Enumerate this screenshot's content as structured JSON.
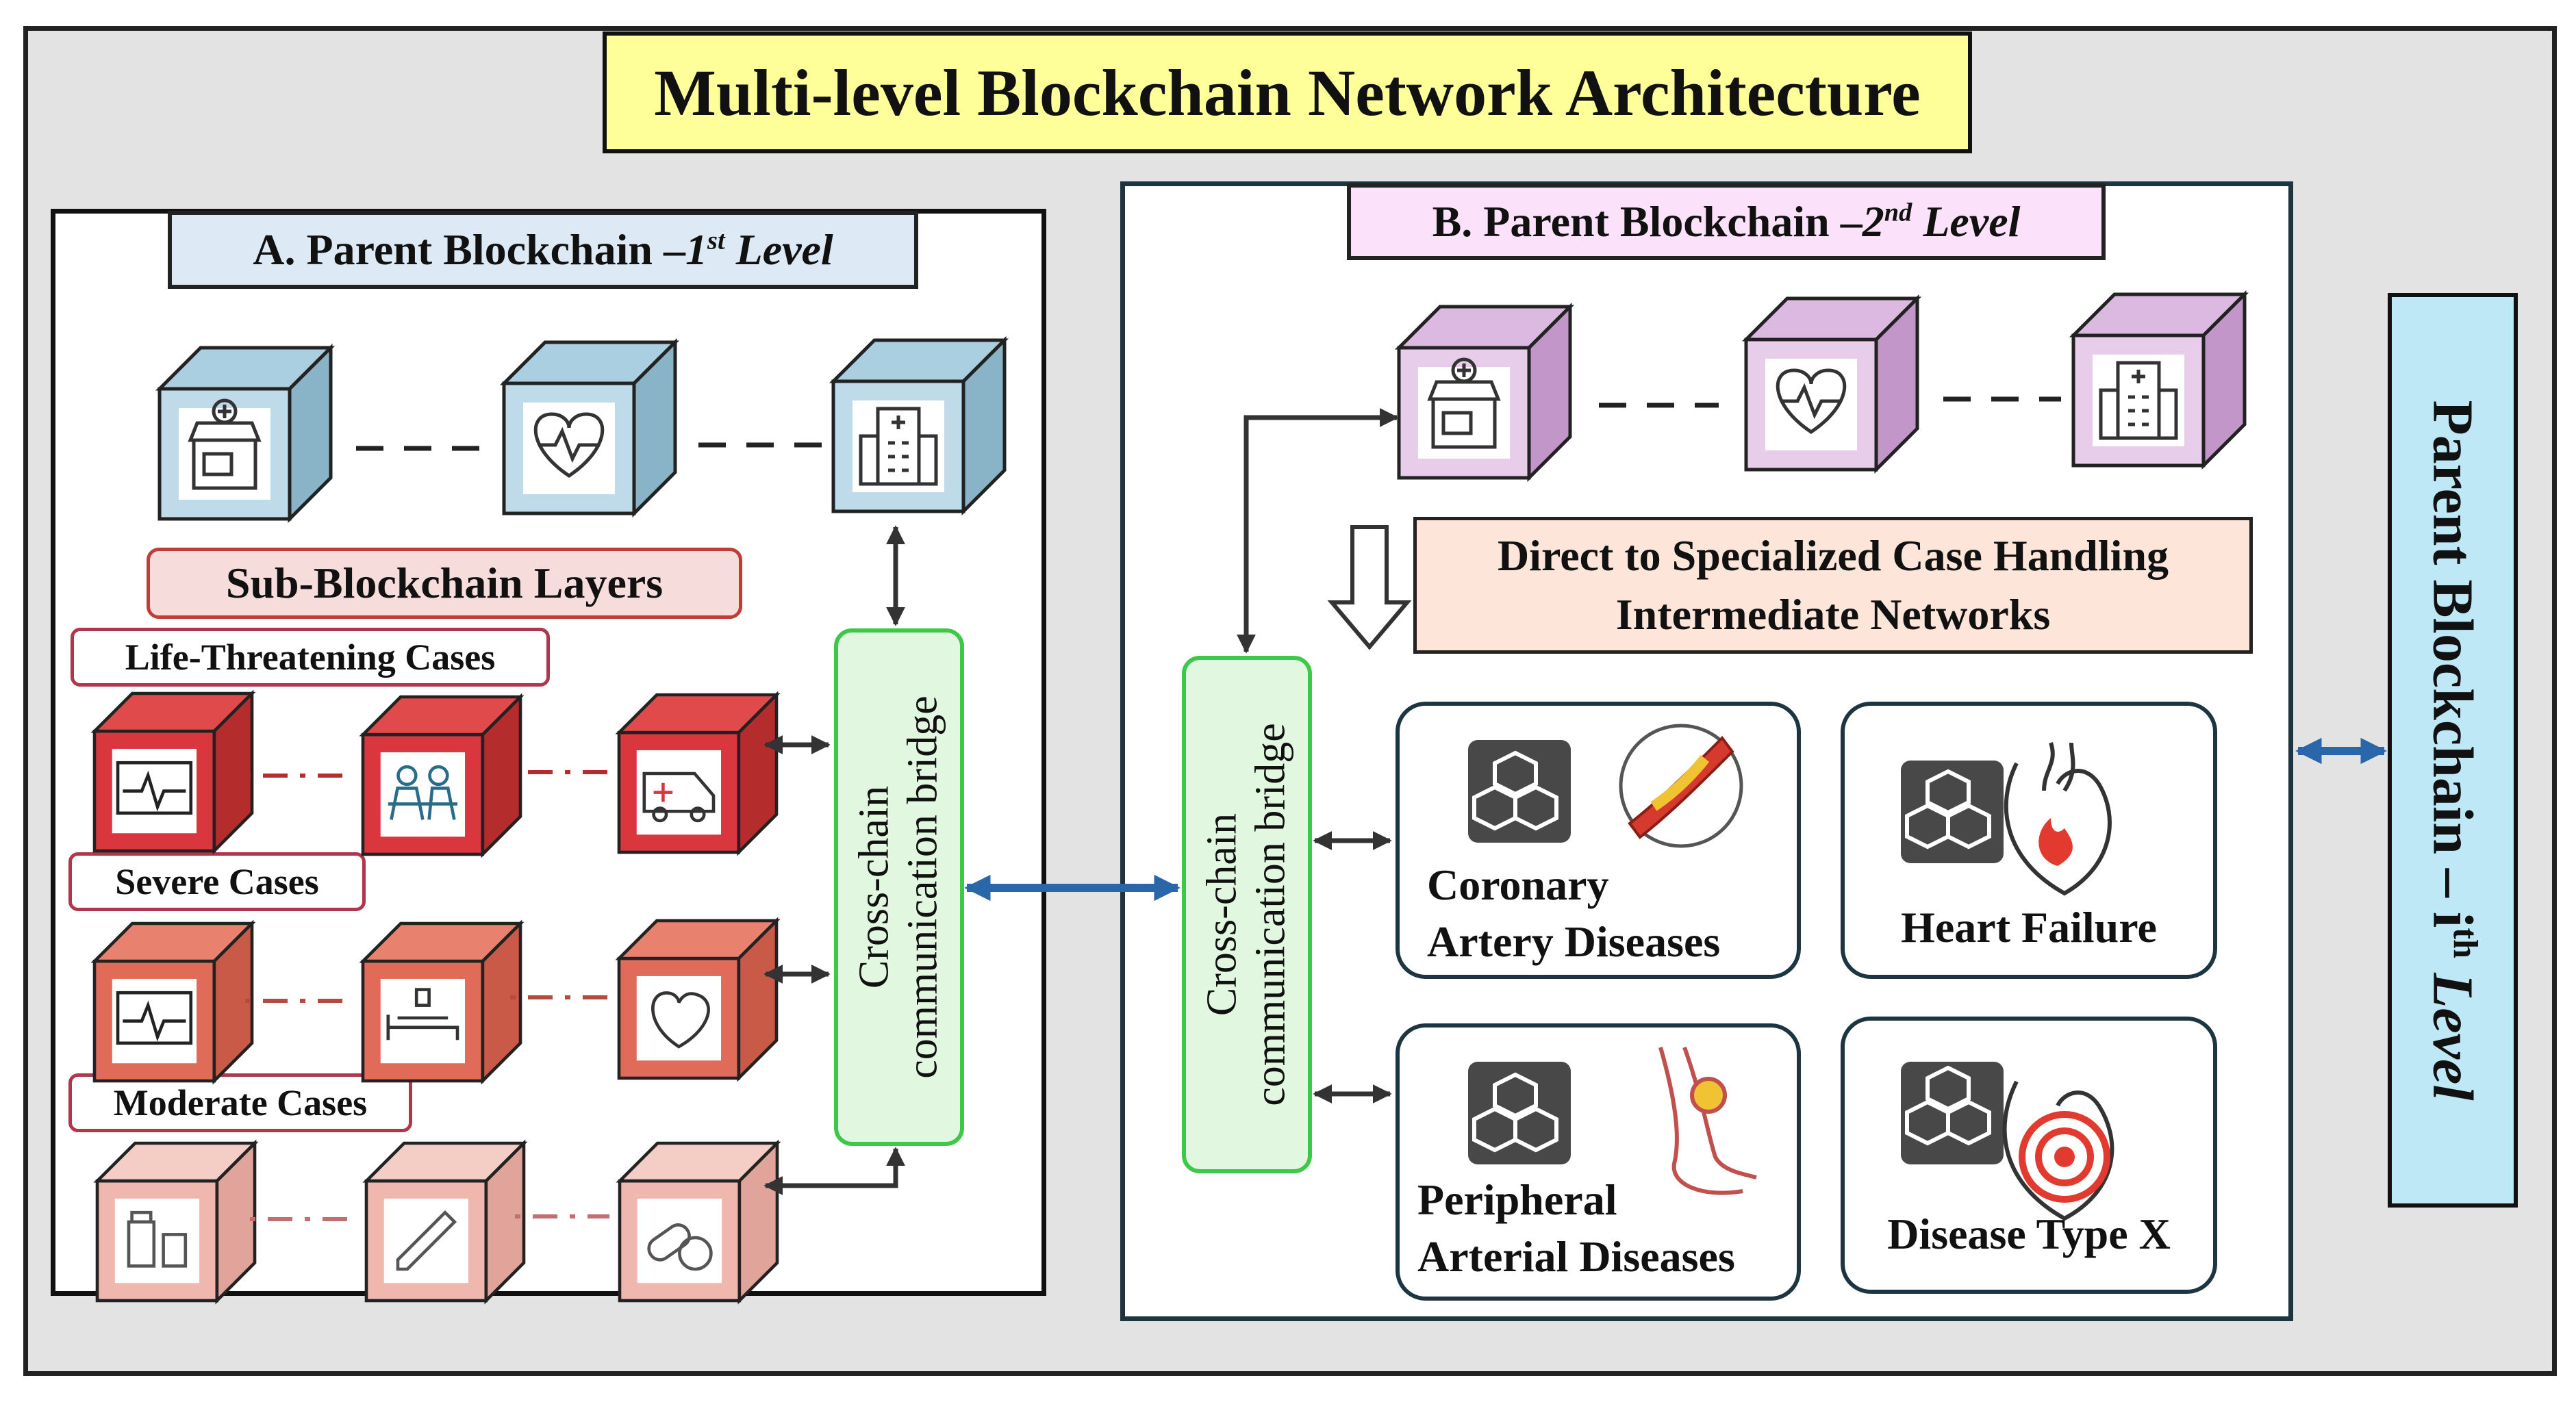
{
  "title": "Multi-level Blockchain Network Architecture",
  "panel_a": {
    "label_main": "A. Parent Blockchain – ",
    "label_num": "1",
    "label_sup": "st",
    "label_level": " Level",
    "sub_layers": "Sub-Blockchain Layers",
    "case_life": "Life-Threatening Cases",
    "case_severe": "Severe Cases",
    "case_moderate": "Moderate Cases"
  },
  "bridge_line1": "Cross-chain",
  "bridge_line2": "communication bridge",
  "panel_b": {
    "label_main": "B. Parent Blockchain – ",
    "label_num": "2",
    "label_sup": "nd",
    "label_level": " Level",
    "direct_line1": "Direct to Specialized Case Handling",
    "direct_line2": "Intermediate Networks",
    "disease_cad_1": "Coronary",
    "disease_cad_2": "Artery Diseases",
    "disease_hf": "Heart Failure",
    "disease_pad_1": "Peripheral",
    "disease_pad_2": "Arterial Diseases",
    "disease_x": "Disease Type X"
  },
  "parent_ith": {
    "main": "Parent Blockchain – i",
    "sup": "th",
    "level": " Level"
  },
  "colors": {
    "panel_a_cube": "#a9cfe0",
    "panel_b_cube": "#dcb9e0",
    "life_cube": "#d9363e",
    "severe_cube": "#e06b58",
    "moderate_cube": "#efb7ae",
    "bridge_fill": "#e2f7df",
    "bridge_border": "#3ec84a",
    "blue_arrow": "#2a66aa"
  },
  "icons": [
    "pharmacy-icon",
    "heart-shield-icon",
    "hospital-icon",
    "ecg-monitor-icon",
    "surgery-icon",
    "ambulance-icon",
    "hospital-bed-icon",
    "heart-anatomy-icon",
    "medicine-bottle-icon",
    "dropper-icon",
    "pills-icon",
    "blockchain-blocks-icon",
    "artery-plaque-icon",
    "heart-failure-icon",
    "leg-artery-icon",
    "heart-target-icon"
  ]
}
